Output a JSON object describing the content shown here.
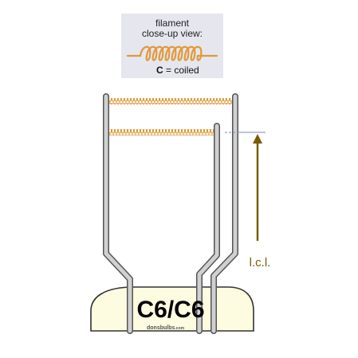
{
  "inset": {
    "line1": "filament",
    "line2": "close-up view:",
    "code_letter": "C",
    "code_text": " = coiled"
  },
  "measurement": {
    "label": "l.c.l."
  },
  "base": {
    "label": "C6/C6",
    "watermark": "donsbulbs",
    "watermark_suffix": ".com"
  },
  "colors": {
    "inset_bg": "#e6e6ee",
    "filament": "#e09a3a",
    "lead_wire": "#d0d0d0",
    "lead_outline": "#555555",
    "base_fill": "#fdfbe0",
    "arrow": "#7a5a00",
    "guide_line": "#7a8ab8"
  }
}
